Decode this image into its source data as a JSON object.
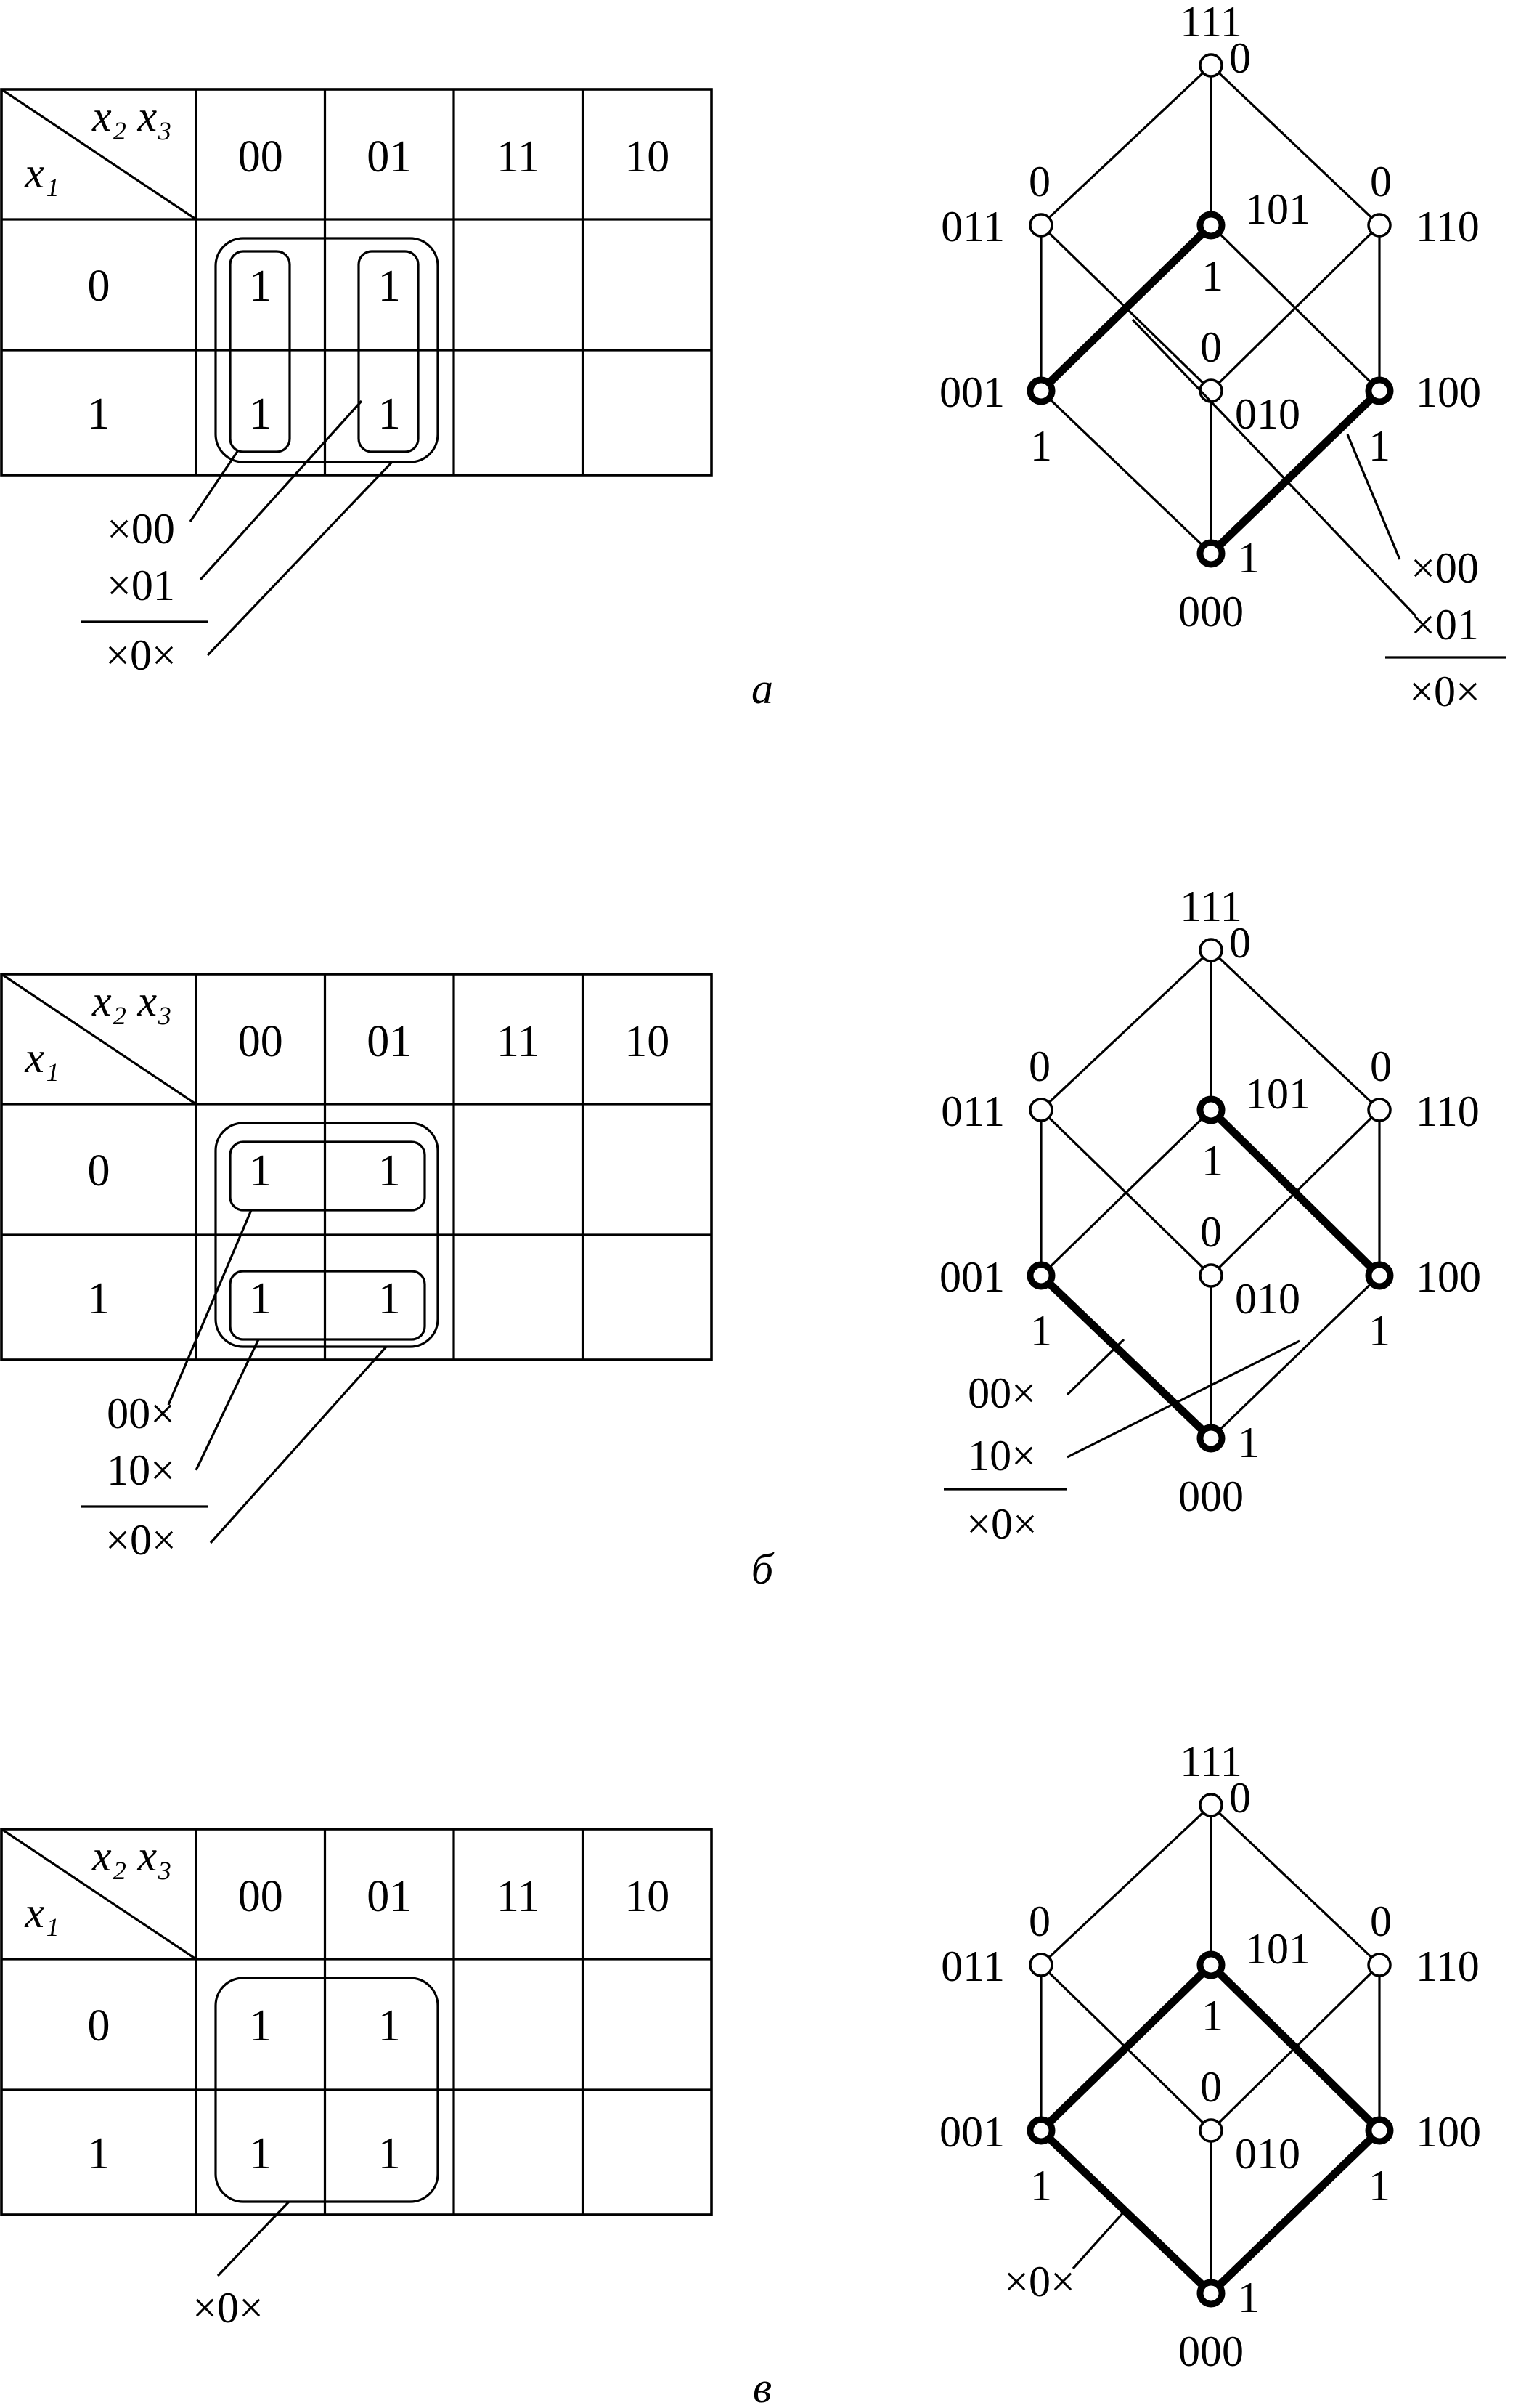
{
  "panels": [
    {
      "id": "a",
      "caption": "а",
      "kmap": {
        "col_var": "x₂ x₃",
        "row_var": "x₁",
        "col_headers": [
          "00",
          "01",
          "11",
          "10"
        ],
        "row_headers": [
          "0",
          "1"
        ],
        "cells": [
          [
            "1",
            "1",
            "",
            ""
          ],
          [
            "1",
            "1",
            "",
            ""
          ]
        ],
        "terms": [
          "×00",
          "×01"
        ],
        "result": "×0×"
      },
      "cube": {
        "vertices": [
          {
            "code": "111",
            "value": "0",
            "bold": false
          },
          {
            "code": "011",
            "value": "0",
            "bold": false
          },
          {
            "code": "101",
            "value": "1",
            "bold": true
          },
          {
            "code": "110",
            "value": "0",
            "bold": false
          },
          {
            "code": "001",
            "value": "1",
            "bold": true
          },
          {
            "code": "010",
            "value": "0",
            "bold": false
          },
          {
            "code": "100",
            "value": "1",
            "bold": true
          },
          {
            "code": "000",
            "value": "1",
            "bold": true
          }
        ],
        "highlighted_edges": [
          [
            "001",
            "101"
          ],
          [
            "000",
            "100"
          ]
        ],
        "terms": [
          "×00",
          "×01"
        ],
        "result": "×0×"
      }
    },
    {
      "id": "b",
      "caption": "б",
      "kmap": {
        "col_var": "x₂ x₃",
        "row_var": "x₁",
        "col_headers": [
          "00",
          "01",
          "11",
          "10"
        ],
        "row_headers": [
          "0",
          "1"
        ],
        "cells": [
          [
            "1",
            "1",
            "",
            ""
          ],
          [
            "1",
            "1",
            "",
            ""
          ]
        ],
        "terms": [
          "00×",
          "10×"
        ],
        "result": "×0×"
      },
      "cube": {
        "vertices": [
          {
            "code": "111",
            "value": "0",
            "bold": false
          },
          {
            "code": "011",
            "value": "0",
            "bold": false
          },
          {
            "code": "101",
            "value": "1",
            "bold": true
          },
          {
            "code": "110",
            "value": "0",
            "bold": false
          },
          {
            "code": "001",
            "value": "1",
            "bold": true
          },
          {
            "code": "010",
            "value": "0",
            "bold": false
          },
          {
            "code": "100",
            "value": "1",
            "bold": true
          },
          {
            "code": "000",
            "value": "1",
            "bold": true
          }
        ],
        "highlighted_edges": [
          [
            "000",
            "001"
          ],
          [
            "100",
            "101"
          ]
        ],
        "terms": [
          "00×",
          "10×"
        ],
        "result": "×0×"
      }
    },
    {
      "id": "c",
      "caption": "в",
      "kmap": {
        "col_var": "x₂ x₃",
        "row_var": "x₁",
        "col_headers": [
          "00",
          "01",
          "11",
          "10"
        ],
        "row_headers": [
          "0",
          "1"
        ],
        "cells": [
          [
            "1",
            "1",
            "",
            ""
          ],
          [
            "1",
            "1",
            "",
            ""
          ]
        ],
        "terms": [],
        "result": "×0×"
      },
      "cube": {
        "vertices": [
          {
            "code": "111",
            "value": "0",
            "bold": false
          },
          {
            "code": "011",
            "value": "0",
            "bold": false
          },
          {
            "code": "101",
            "value": "1",
            "bold": true
          },
          {
            "code": "110",
            "value": "0",
            "bold": false
          },
          {
            "code": "001",
            "value": "1",
            "bold": true
          },
          {
            "code": "010",
            "value": "0",
            "bold": false
          },
          {
            "code": "100",
            "value": "1",
            "bold": true
          },
          {
            "code": "000",
            "value": "1",
            "bold": true
          }
        ],
        "highlighted_edges": [
          [
            "000",
            "001"
          ],
          [
            "001",
            "101"
          ],
          [
            "101",
            "100"
          ],
          [
            "100",
            "000"
          ]
        ],
        "terms": [],
        "result": "×0×"
      }
    }
  ]
}
